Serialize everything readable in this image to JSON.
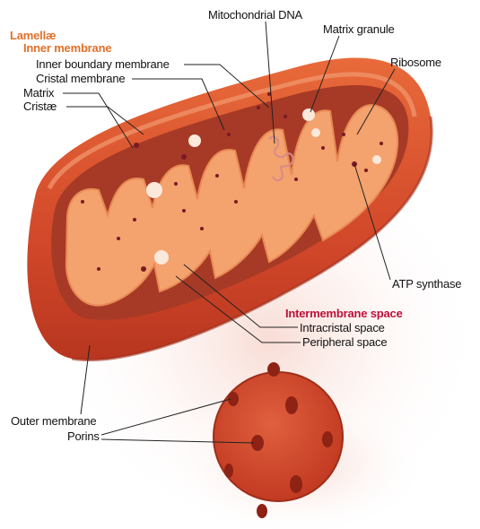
{
  "colors": {
    "heading": "#e0702a",
    "intermembrane": "#c0103a",
    "text": "#111111",
    "outer_membrane": "#d4502a",
    "inner_fill": "#f5a070",
    "leader": "#222222"
  },
  "labels": {
    "lamellae": "Lamellæ",
    "inner_membrane": "Inner membrane",
    "inner_boundary_membrane": "Inner boundary membrane",
    "cristal_membrane": "Cristal membrane",
    "matrix": "Matrix",
    "cristae": "Cristæ",
    "mitochondrial_dna": "Mitochondrial DNA",
    "matrix_granule": "Matrix granule",
    "ribosome": "Ribosome",
    "atp_synthase": "ATP synthase",
    "intermembrane_space": "Intermembrane space",
    "intracristal_space": "Intracristal space",
    "peripheral_space": "Peripheral space",
    "outer_membrane": "Outer membrane",
    "porins": "Porins"
  }
}
